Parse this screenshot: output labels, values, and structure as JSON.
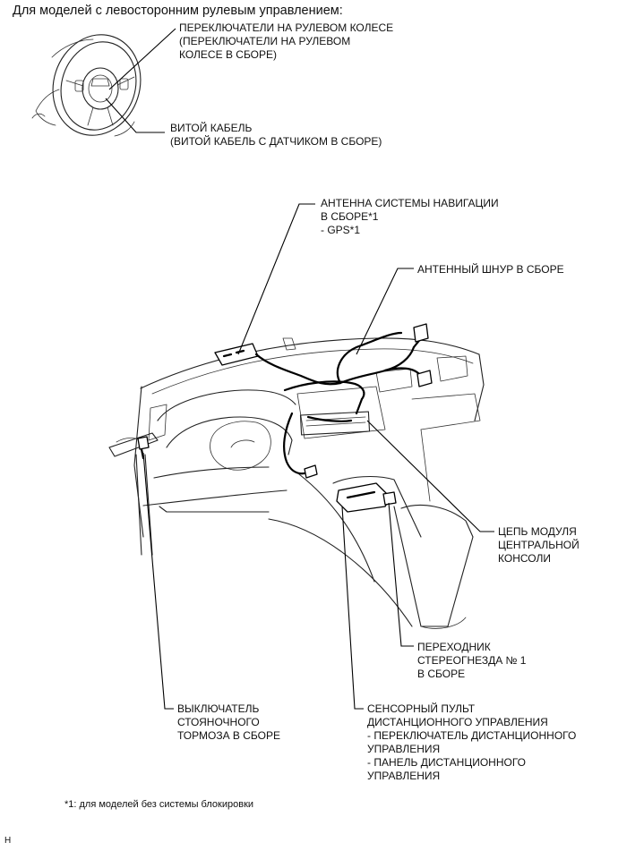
{
  "heading": "Для моделей с левосторонним рулевым управлением:",
  "labels": {
    "steering_switches": [
      "ПЕРЕКЛЮЧАТЕЛИ НА РУЛЕВОМ КОЛЕСЕ",
      "(ПЕРЕКЛЮЧАТЕЛИ НА РУЛЕВОМ",
      "КОЛЕСЕ В СБОРЕ)"
    ],
    "spiral_cable": [
      "ВИТОЙ КАБЕЛЬ",
      "(ВИТОЙ КАБЕЛЬ С ДАТЧИКОМ В СБОРЕ)"
    ],
    "nav_antenna": [
      "АНТЕННА СИСТЕМЫ НАВИГАЦИИ",
      "В СБОРЕ*1",
      "- GPS*1"
    ],
    "antenna_cord": [
      "АНТЕННЫЙ ШНУР В СБОРЕ"
    ],
    "console_module": [
      "ЦЕПЬ МОДУЛЯ",
      "ЦЕНТРАЛЬНОЙ",
      "КОНСОЛИ"
    ],
    "stereo_jack": [
      "ПЕРЕХОДНИК",
      "СТЕРЕОГНЕЗДА № 1",
      "В СБОРЕ"
    ],
    "parking_brake": [
      "ВЫКЛЮЧАТЕЛЬ",
      "СТОЯНОЧНОГО",
      "ТОРМОЗА В СБОРЕ"
    ],
    "touch_remote": [
      "СЕНСОРНЫЙ ПУЛЬТ",
      "ДИСТАНЦИОННОГО УПРАВЛЕНИЯ",
      "- ПЕРЕКЛЮЧАТЕЛЬ ДИСТАНЦИОННОГО",
      "УПРАВЛЕНИЯ",
      "- ПАНЕЛЬ ДИСТАНЦИОННОГО",
      "УПРАВЛЕНИЯ"
    ]
  },
  "footnote": "*1: для моделей без системы блокировки",
  "corner_code": "H"
}
